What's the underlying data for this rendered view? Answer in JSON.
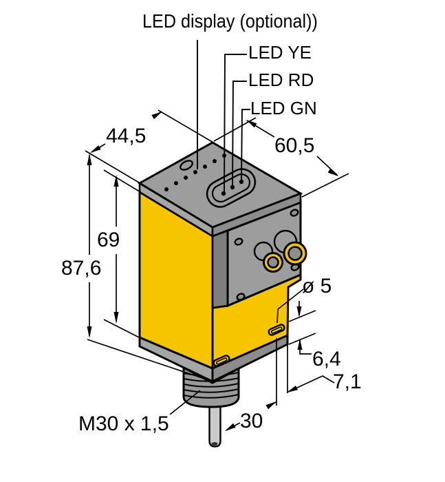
{
  "figure": {
    "type": "technical-dimension-drawing",
    "subject": "photoelectric sensor housing, isometric view"
  },
  "labels": {
    "led_display": "LED display (optional))",
    "led_ye": "LED YE",
    "led_rd": "LED RD",
    "led_gn": "LED GN"
  },
  "dimensions": {
    "top_width": "44,5",
    "top_depth": "60,5",
    "body_height": "69",
    "total_height": "87,6",
    "hole_diameter": "ø 5",
    "hole_to_bottom": "6,4",
    "hole_to_edge": "7,1",
    "cable_offset": "30",
    "thread_spec": "M30 x 1,5"
  },
  "colors": {
    "housing_yellow": "#F6C500",
    "face_gray": "#9D9D9D",
    "band_light_gray": "#A6A6A6",
    "band_dark_gray": "#8C8C8C",
    "strip_dark_gray": "#7E7E7E",
    "hole_gray": "#8F8F8F",
    "cable_gray": "#CBCBCB",
    "outline": "#000000",
    "background": "#FFFFFF"
  }
}
